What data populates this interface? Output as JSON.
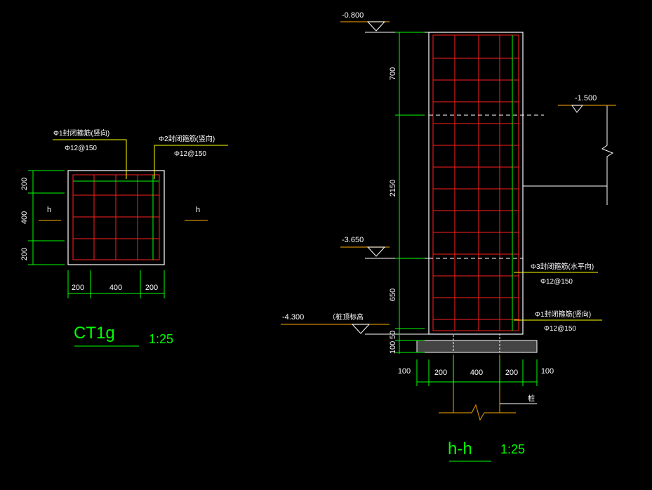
{
  "left": {
    "dims_left": [
      "200",
      "400",
      "200"
    ],
    "dims_bottom": [
      "200",
      "400",
      "200"
    ],
    "section_mark": "h",
    "callout1": {
      "title": "Φ1封闭箍筋(竖向)",
      "spec": "Φ12@150"
    },
    "callout2": {
      "title": "Φ2封闭箍筋(竖向)",
      "spec": "Φ12@150"
    },
    "title": "CT1g",
    "scale": "1:25"
  },
  "right": {
    "elev_top": "-0.800",
    "elev_right": "-1.500",
    "elev_mid": "-3.650",
    "elev_pile": "-4.300",
    "pile_note": "（桩顶标高",
    "dims_left": [
      "700",
      "2150",
      "650",
      "50",
      "100"
    ],
    "dims_bottom": [
      "100",
      "200",
      "400",
      "200",
      "100"
    ],
    "callout3": {
      "title": "Φ3封闭箍筋(水平向)",
      "spec": "Φ12@150"
    },
    "callout1": {
      "title": "Φ1封闭箍筋(竖向)",
      "spec": "Φ12@150"
    },
    "pile_label": "桩",
    "title": "h-h",
    "scale": "1:25"
  },
  "colors": {
    "rebar": "#ff2020",
    "dimension": "#00ff00",
    "outline": "#ffffff",
    "leader": "#ffff00",
    "elevation_line": "#cc8800",
    "title": "#00ff00"
  }
}
